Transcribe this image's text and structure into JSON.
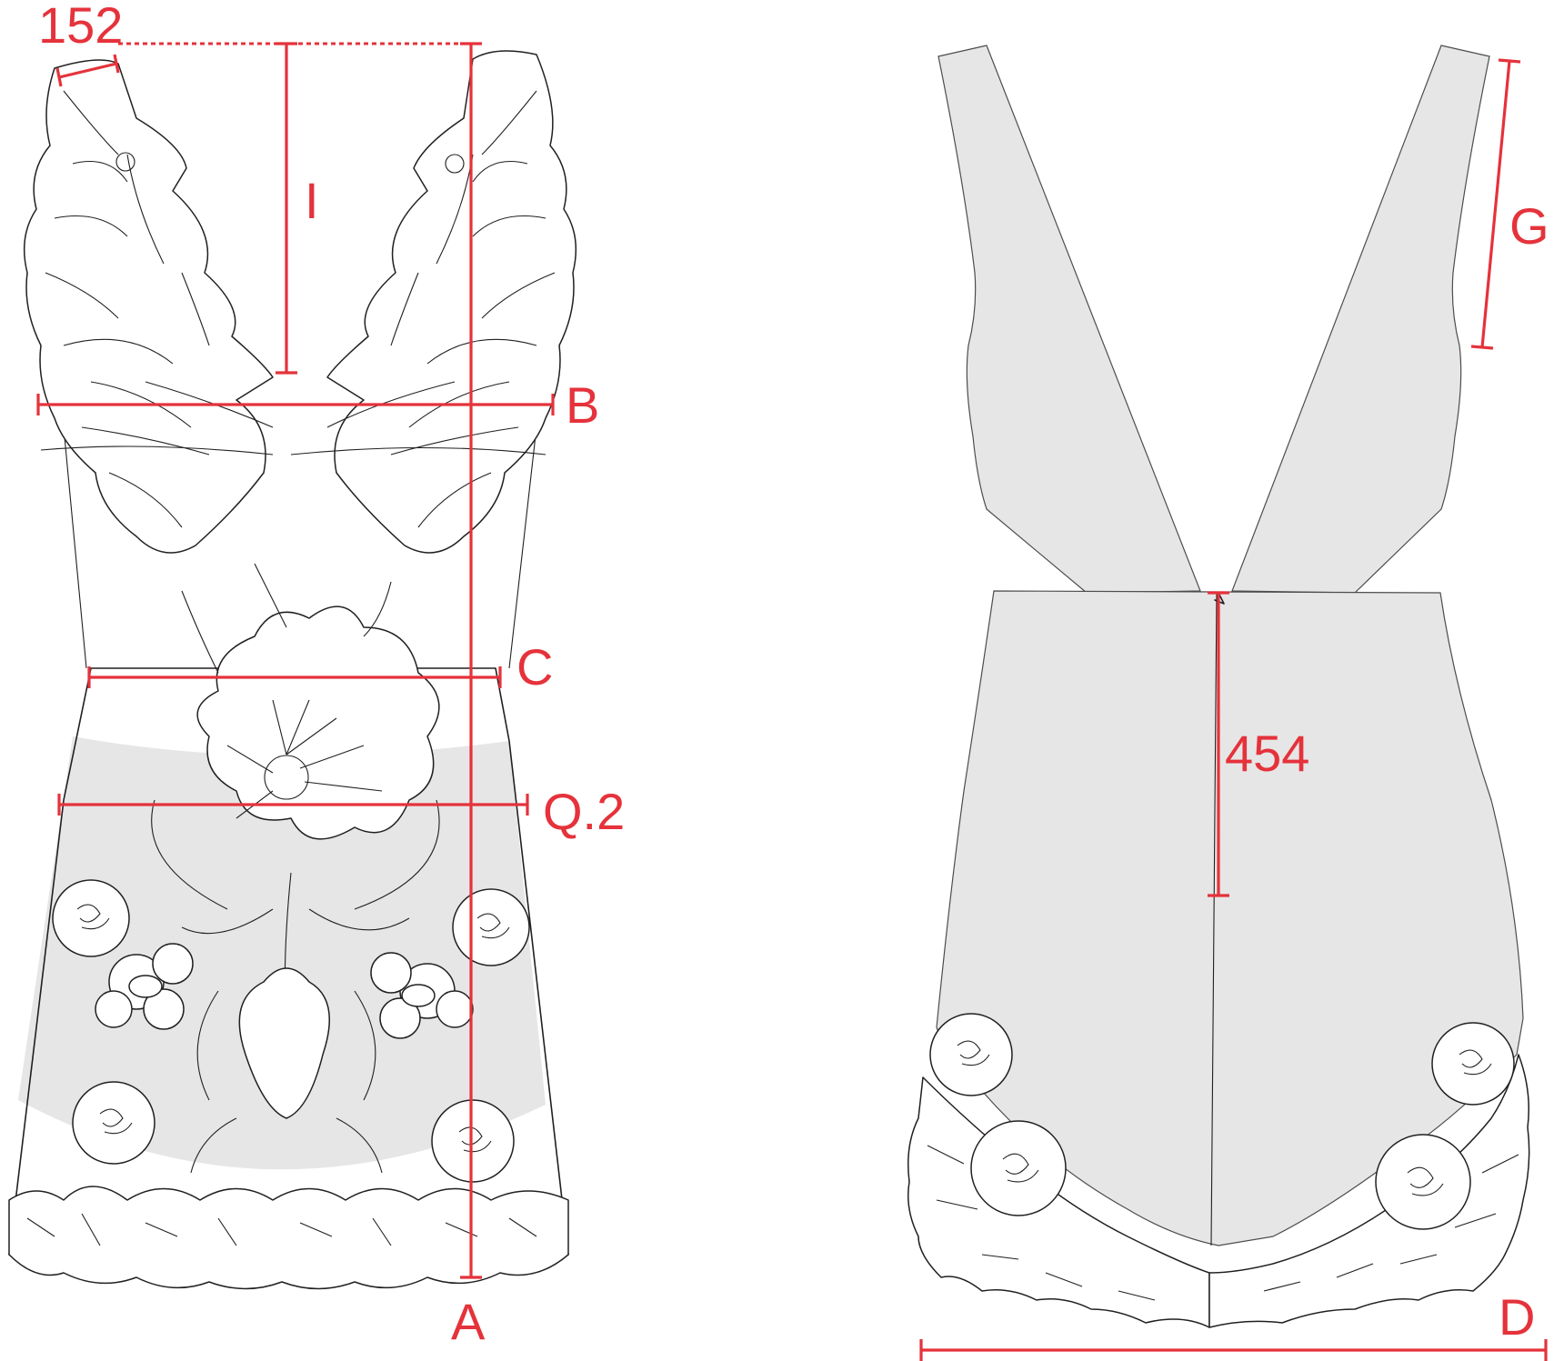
{
  "colors": {
    "measure": "#e5323b",
    "outline": "#231f20",
    "fabric": "#e6e6e6",
    "background": "#ffffff"
  },
  "views": {
    "front": {
      "labels": {
        "strap_width": "152",
        "neck_depth": "I",
        "bust": "B",
        "waist": "C",
        "hip": "Q.2",
        "total_length": "A"
      }
    },
    "back": {
      "labels": {
        "strap_length": "G",
        "back_length": "454",
        "hem_width": "D"
      }
    }
  }
}
